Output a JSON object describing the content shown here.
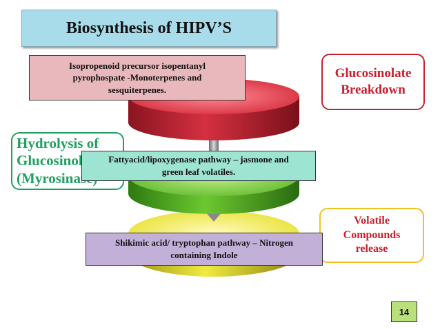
{
  "title": "Biosynthesis of HIPV’S",
  "pathways": [
    {
      "lines": [
        "Isopropenoid precursor isopentanyl",
        "pyrophospate -Monoterpenes and",
        "sesquiterpenes."
      ]
    },
    {
      "lines": [
        "Fattyacid/lipoxygenase pathway – jasmone and",
        "green leaf volatiles."
      ]
    },
    {
      "lines": [
        "Shikimic acid/ tryptophan pathway – Nitrogen",
        "containing Indole"
      ]
    }
  ],
  "side_cards": {
    "glucosinolate_breakdown": [
      "Glucosinolate",
      "Breakdown"
    ],
    "hydrolysis": [
      "Hydrolysis of",
      "Glucosinolate",
      "(Myrosinase)"
    ],
    "volatile_release": [
      "Volatile",
      "Compounds",
      "release"
    ]
  },
  "page_number": "14",
  "colors": {
    "red_disk": "#d42a3a",
    "green_disk": "#5cb82a",
    "yellow_disk": "#e8e030",
    "red_card_border": "#c8202c",
    "green_card_border": "#20a060",
    "yellow_card_border": "#f0c020"
  }
}
